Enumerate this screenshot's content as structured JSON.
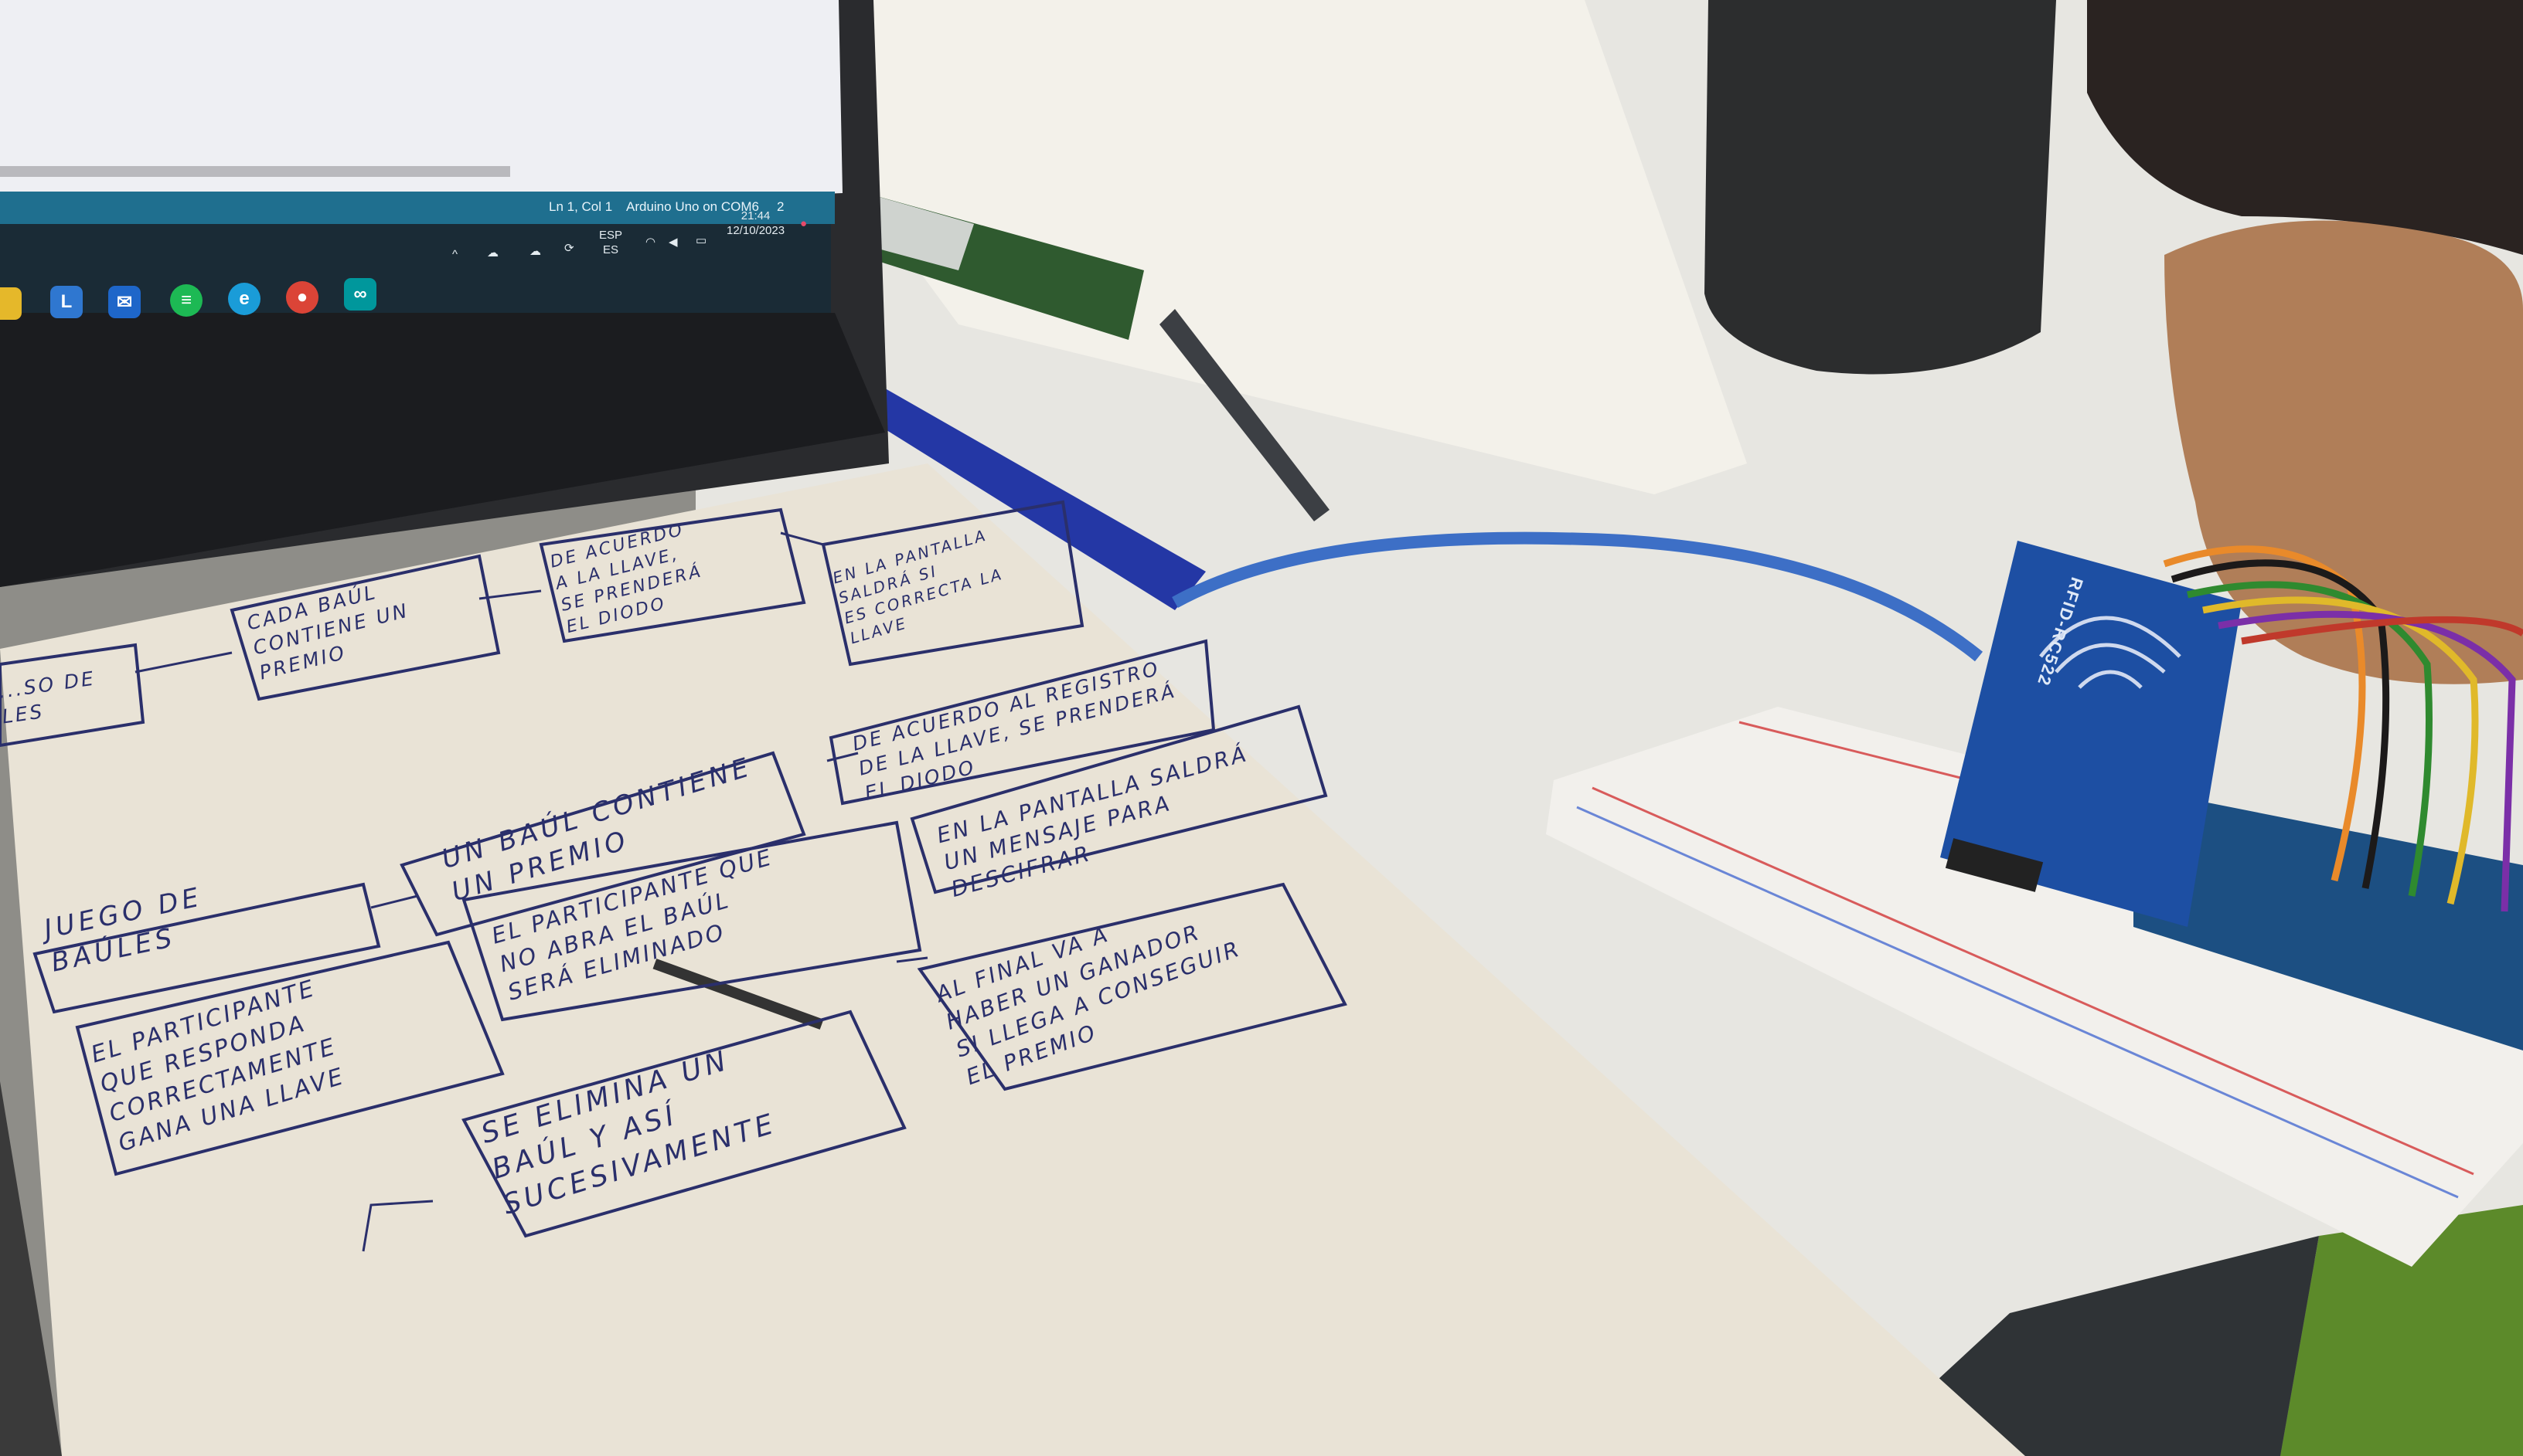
{
  "scene": "Hand-drawn flowchart notes on paper next to a laptop and an RFID-RC522 module on a breadboard",
  "laptop": {
    "status_position": "Ln 1, Col 1",
    "status_board": "Arduino Uno on COM6",
    "status_count": "2",
    "taskbar_icons": [
      "sticky-notes-icon",
      "l-app-icon",
      "mail-icon",
      "spotify-icon",
      "edge-icon",
      "chrome-icon",
      "arduino-icon"
    ],
    "tray_language": "ESP",
    "tray_layout": "ES",
    "clock_time": "21:44",
    "clock_date": "12/10/2023"
  },
  "rfid_module": {
    "label": "RFID-RC522",
    "color": "#1d4fa3"
  },
  "notes": {
    "left_partial": "...SO DE\nLES",
    "juego": "JUEGO DE\nBAÚLES",
    "cada_baul": "CADA BAÚL\nCONTIENE UN\nPREMIO",
    "de_acuerdo_llave": "DE ACUERDO\nA LA LLAVE,\nSE PRENDERÁ\nEL DIODO",
    "pantalla_llave": "EN LA PANTALLA\nSALDRÁ SI\nES CORRECTA LA\nLLAVE",
    "un_baul": "UN BAÚL CONTIENE\nUN PREMIO",
    "de_acuerdo_registro": "DE ACUERDO AL REGISTRO\nDE LA LLAVE, SE PRENDERÁ\nEL DIODO",
    "pantalla_mensaje": "EN LA PANTALLA SALDRÁ\nUN MENSAJE PARA\nDESCIFRAR",
    "participante_abra": "EL PARTICIPANTE QUE\nNO ABRA EL BAÚL\nSERÁ ELIMINADO",
    "participante_responda": "EL PARTICIPANTE\nQUE RESPONDA\nCORRECTAMENTE\nGANA UNA LLAVE",
    "al_final": "AL FINAL VA A\nHABER UN GANADOR\nSI LLEGA A CONSEGUIR\nEL PREMIO",
    "se_elimina": "SE ELIMINA UN\nBAÚL Y ASÍ\nSUCESIVAMENTE"
  },
  "colors": {
    "ink": "#2a2f6b",
    "paper": "#e9e3d6",
    "desk": "#ecebe6",
    "cable": "#3d6fc6"
  }
}
